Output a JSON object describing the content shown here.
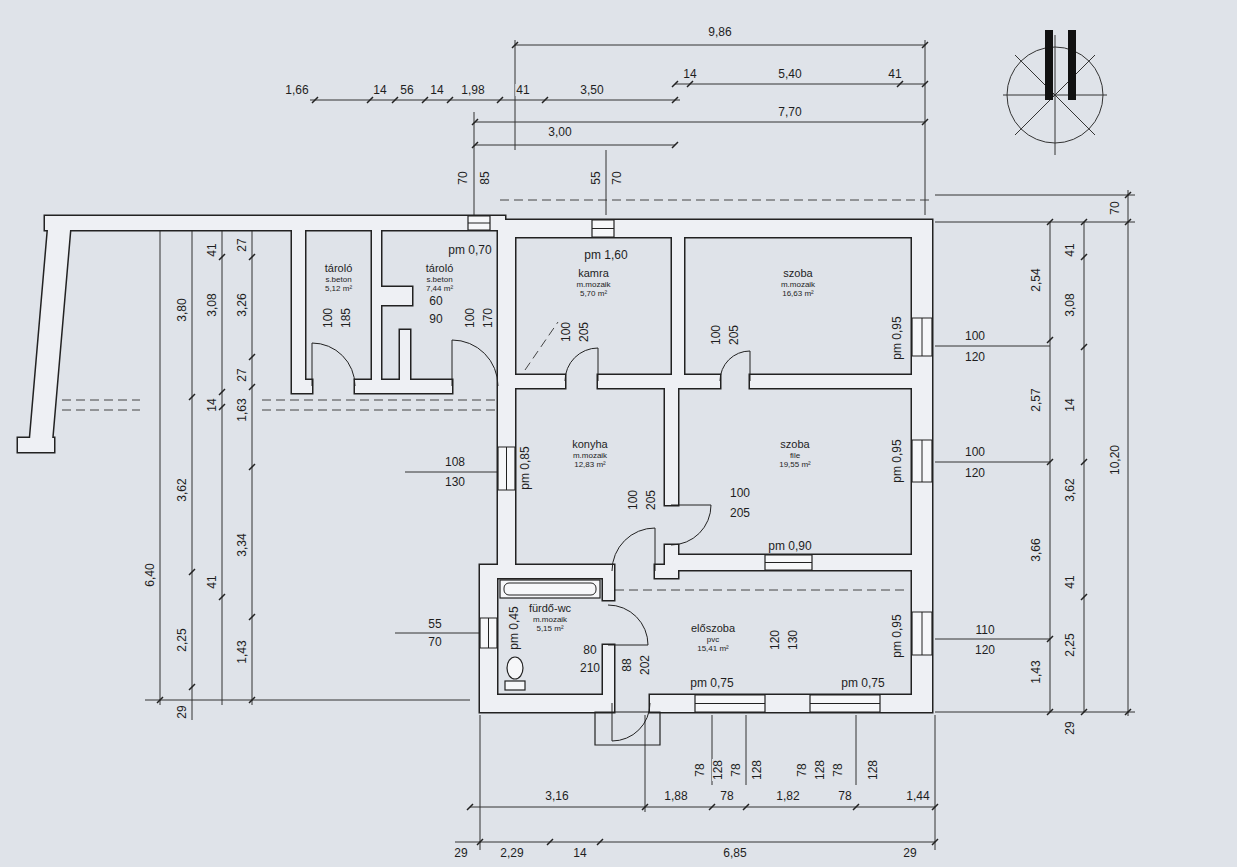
{
  "diagram": {
    "nodes": [
      {
        "text": [
          "tároló",
          "s.beton",
          "5,12 m²"
        ]
      },
      {
        "text": [
          "tároló",
          "s.beton",
          "7,44 m²"
        ]
      },
      {
        "text": [
          "kamra",
          "m.mozaik",
          "5,70 m²"
        ]
      },
      {
        "text": [
          "szoba",
          "m.mozaik",
          "16,63 m²"
        ]
      },
      {
        "text": [
          "konyha",
          "m.mozaik",
          "12,83 m²"
        ]
      },
      {
        "text": [
          "szoba",
          "file",
          "19,55 m²"
        ]
      },
      {
        "text": [
          "fürdő-wc",
          "m.mozaik",
          "5,15 m²"
        ]
      },
      {
        "text": [
          "előszoba",
          "pvc",
          "15,41 m²"
        ]
      }
    ],
    "labels": [
      "9,86",
      "1,66",
      "14",
      "56",
      "14",
      "1,98",
      "41",
      "3,50",
      "14",
      "5,40",
      "41",
      "7,70",
      "3,00",
      "70",
      "85",
      "55",
      "70",
      "70",
      "pm 0,70",
      "pm 1,60",
      "6,40",
      "3,80",
      "3,62",
      "2,25",
      "29",
      "41",
      "3,08",
      "14",
      "41",
      "27",
      "3,26",
      "27",
      "1,63",
      "3,34",
      "1,43",
      "100",
      "185",
      "60",
      "90",
      "100",
      "170",
      "100",
      "205",
      "100",
      "205",
      "pm 0,95",
      "100",
      "120",
      "108",
      "130",
      "pm 0,85",
      "pm 0,95",
      "100",
      "120",
      "100",
      "205",
      "100",
      "205",
      "pm 0,90",
      "120",
      "130",
      "88",
      "202",
      "55",
      "70",
      "pm 0,45",
      "80",
      "210",
      "pm 0,95",
      "110",
      "120",
      "pm 0,75",
      "pm 0,75",
      "78",
      "128",
      "78",
      "128",
      "78",
      "128",
      "78",
      "128",
      "3,16",
      "1,88",
      "78",
      "1,82",
      "78",
      "1,44",
      "29",
      "2,29",
      "14",
      "6,85",
      "29",
      "2,54",
      "41",
      "3,08",
      "2,57",
      "14",
      "3,66",
      "3,62",
      "41",
      "2,25",
      "1,43",
      "29",
      "10,20"
    ]
  }
}
